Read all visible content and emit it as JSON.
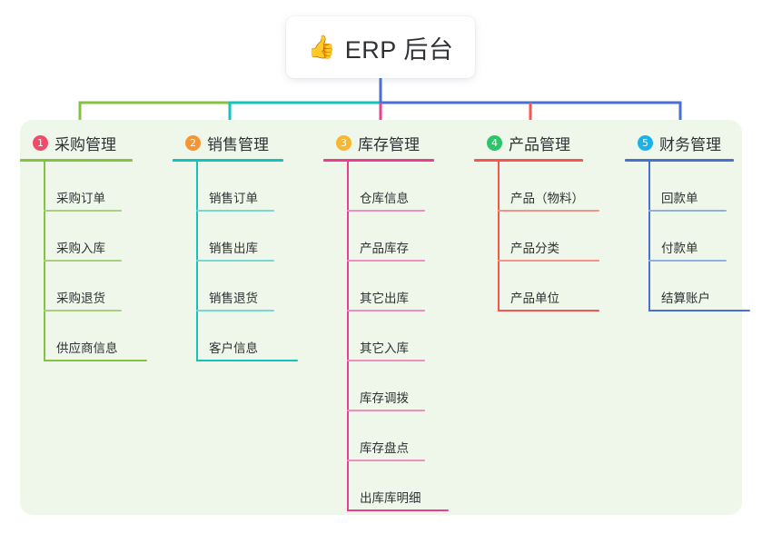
{
  "diagram": {
    "type": "mindmap-tree",
    "root": {
      "icon": "thumbs-up-icon",
      "icon_glyph": "👍",
      "title": "ERP 后台"
    },
    "panel_color": "#eef7e9",
    "branches": [
      {
        "index": "1",
        "title": "采购管理",
        "badge_color": "#ef4b6a",
        "line_color": "#84c341",
        "leaf_color": "#a8cf7e",
        "children": [
          "采购订单",
          "采购入库",
          "采购退货",
          "供应商信息"
        ]
      },
      {
        "index": "2",
        "title": "销售管理",
        "badge_color": "#f79433",
        "line_color": "#14c3bb",
        "leaf_color": "#79d6d2",
        "children": [
          "销售订单",
          "销售出库",
          "销售退货",
          "客户信息"
        ]
      },
      {
        "index": "3",
        "title": "库存管理",
        "badge_color": "#f7b733",
        "line_color": "#ec3e8e",
        "leaf_color": "#ef8ec0",
        "children": [
          "仓库信息",
          "产品库存",
          "其它出库",
          "其它入库",
          "库存调拨",
          "库存盘点",
          "出库库明细"
        ]
      },
      {
        "index": "4",
        "title": "产品管理",
        "badge_color": "#2ec46b",
        "line_color": "#f7554f",
        "leaf_color": "#f79189",
        "children": [
          "产品（物料）",
          "产品分类",
          "产品单位"
        ]
      },
      {
        "index": "5",
        "title": "财务管理",
        "badge_color": "#1eb0e8",
        "line_color": "#4a6fd4",
        "leaf_color": "#93aee2",
        "children": [
          "回款单",
          "付款单",
          "结算账户"
        ]
      }
    ]
  }
}
